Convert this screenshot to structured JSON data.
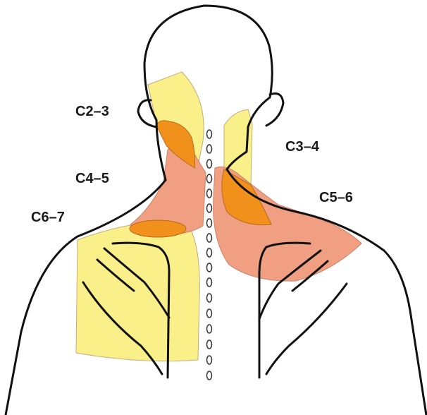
{
  "labels": {
    "c2_3": "C2–3",
    "c3_4": "C3–4",
    "c4_5": "C4–5",
    "c5_6": "C5–6",
    "c6_7": "C6–7"
  },
  "colors": {
    "yellow_zone": "#faf08a",
    "salmon_zone": "#f09a7c",
    "orange_overlap": "#f2901c",
    "outline": "#111111"
  }
}
